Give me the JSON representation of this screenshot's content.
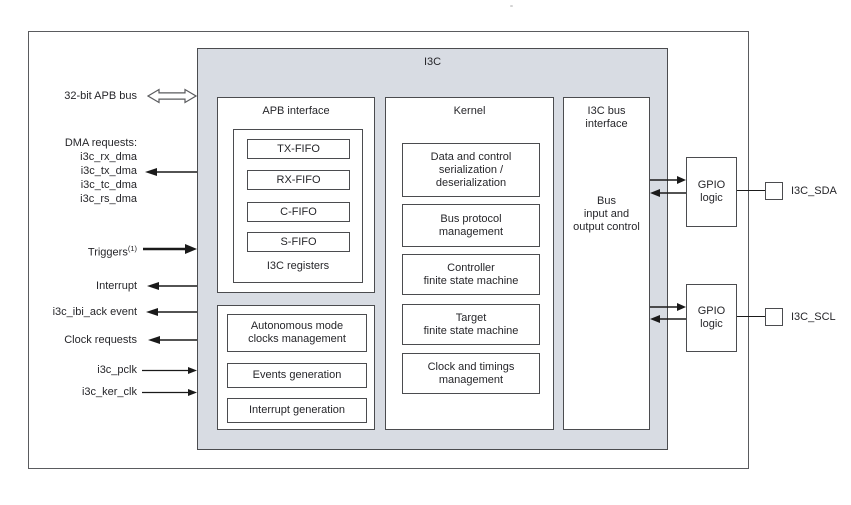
{
  "diagram": {
    "title": "I3C",
    "colors": {
      "block_fill": "#d8dce3",
      "border": "#4b4c4f",
      "text": "#26262a",
      "arrow": "#1a1a1a"
    },
    "left_signals": {
      "apb_bus": {
        "label": "32-bit APB bus",
        "direction": "bidirectional"
      },
      "dma": {
        "label": "DMA requests:",
        "items": [
          "i3c_rx_dma",
          "i3c_tx_dma",
          "i3c_tc_dma",
          "i3c_rs_dma"
        ],
        "direction": "out"
      },
      "triggers": {
        "label": "Triggers",
        "superscript": "(1)",
        "direction": "in"
      },
      "interrupt": {
        "label": "Interrupt",
        "direction": "out"
      },
      "ibi_ack": {
        "label": "i3c_ibi_ack event",
        "direction": "out"
      },
      "clock_requests": {
        "label": "Clock requests",
        "direction": "out"
      },
      "pclk": {
        "label": "i3c_pclk",
        "direction": "in"
      },
      "ker_clk": {
        "label": "i3c_ker_clk",
        "direction": "in"
      }
    },
    "apb_interface": {
      "title": "APB interface",
      "fifos": [
        "TX-FIFO",
        "RX-FIFO",
        "C-FIFO",
        "S-FIFO"
      ],
      "registers_label": "I3C registers"
    },
    "support_blocks": [
      "Autonomous mode\nclocks management",
      "Events generation",
      "Interrupt generation"
    ],
    "kernel": {
      "title": "Kernel",
      "blocks": [
        "Data and control\nserialization /\ndeserialization",
        "Bus protocol\nmanagement",
        "Controller\nfinite state machine",
        "Target\nfinite state machine",
        "Clock and timings\nmanagement"
      ]
    },
    "bus_interface": {
      "title": "I3C bus\ninterface",
      "body": "Bus\ninput and\noutput control"
    },
    "gpio_blocks": [
      {
        "label": "GPIO\nlogic",
        "pad": "I3C_SDA"
      },
      {
        "label": "GPIO\nlogic",
        "pad": "I3C_SCL"
      }
    ]
  }
}
